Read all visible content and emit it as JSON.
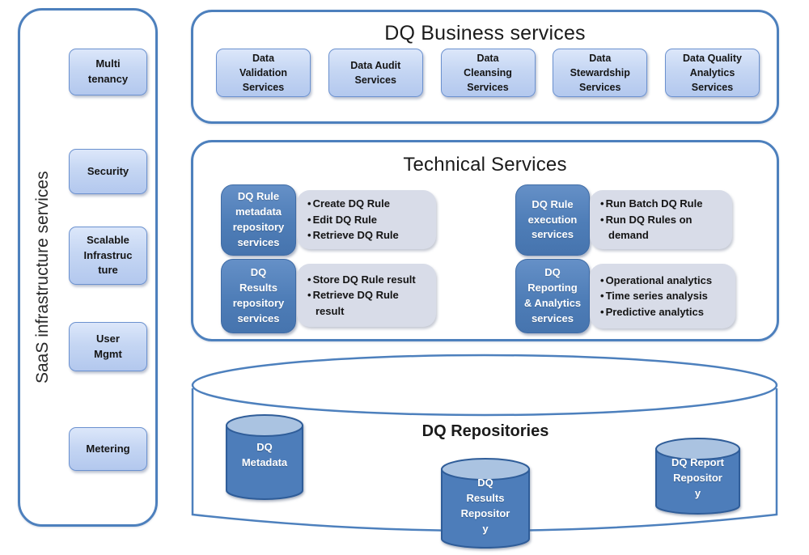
{
  "colors": {
    "panel_border": "#4d80bd",
    "light_box_top": "#dce7fa",
    "light_box_bottom": "#b3c8ee",
    "light_box_border": "#6b91cf",
    "dark_blue_box": "#4f81bd",
    "gray_box": "#d8dce8",
    "cylinder_body": "#4d7dba",
    "cylinder_top": "#aac3e1",
    "cylinder_border": "#2f5d99",
    "title_text": "#1b1b1b"
  },
  "sidebar": {
    "title": "SaaS infrastructure services",
    "items": [
      "Multi\ntenancy",
      "Security",
      "Scalable\nInfrastruc\nture",
      "User\nMgmt",
      "Metering"
    ]
  },
  "business": {
    "title": "DQ Business services",
    "services": [
      "Data\nValidation\nServices",
      "Data Audit\nServices",
      "Data\nCleansing\nServices",
      "Data\nStewardship\nServices",
      "Data Quality\nAnalytics\nServices"
    ]
  },
  "technical": {
    "title": "Technical Services",
    "groups": [
      {
        "label": "DQ Rule\nmetadata\nrepository\nservices",
        "bullets": [
          "Create DQ Rule",
          "Edit DQ Rule",
          "Retrieve DQ Rule"
        ]
      },
      {
        "label": "DQ\nResults\nrepository\nservices",
        "bullets": [
          "Store DQ Rule result",
          "Retrieve DQ Rule result"
        ]
      },
      {
        "label": "DQ Rule\nexecution\nservices",
        "bullets": [
          "Run Batch DQ Rule",
          "Run DQ Rules on demand"
        ]
      },
      {
        "label": "DQ\nReporting\n& Analytics\nservices",
        "bullets": [
          "Operational analytics",
          "Time series analysis",
          "Predictive analytics"
        ]
      }
    ]
  },
  "repositories": {
    "title": "DQ Repositories",
    "cylinders": [
      "DQ\nMetadata",
      "DQ\nResults\nRepositor\ny",
      "DQ Report\nRepositor\ny"
    ]
  }
}
